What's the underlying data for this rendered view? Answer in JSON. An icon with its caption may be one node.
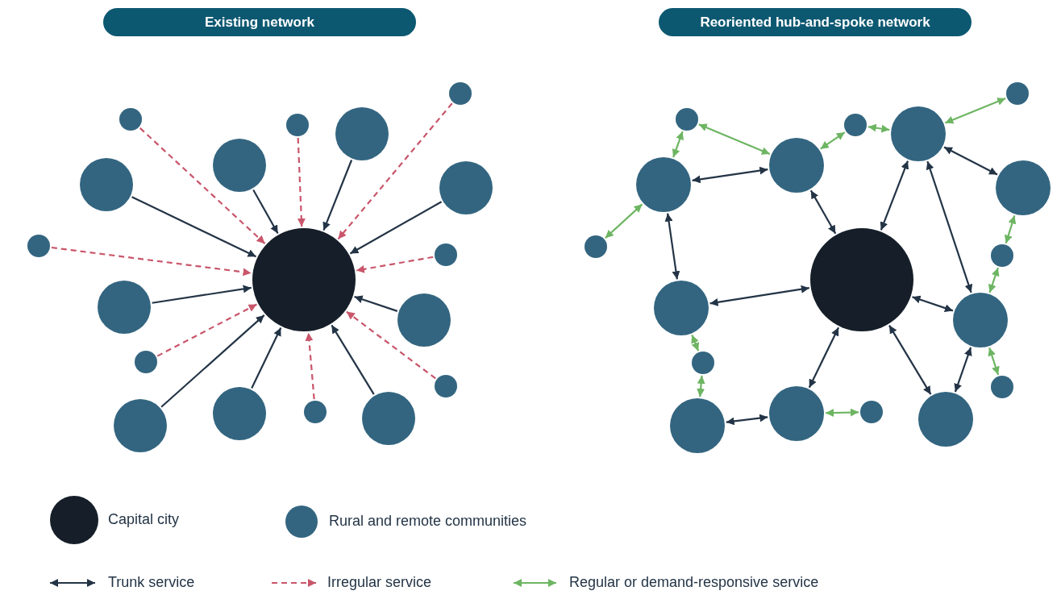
{
  "diagram": {
    "nodes": [
      {
        "text": [
          "Existing network"
        ]
      },
      {
        "text": [
          "Reoriented hub-and-spoke network"
        ]
      },
      {
        "text": [],
        "shape": "circle"
      },
      {
        "text": [],
        "shape": "circle"
      },
      {
        "text": [],
        "shape": "circle"
      },
      {
        "text": [],
        "shape": "circle"
      },
      {
        "text": [],
        "shape": "circle"
      },
      {
        "text": [],
        "shape": "circle"
      },
      {
        "text": [],
        "shape": "circle"
      },
      {
        "text": [],
        "shape": "circle"
      },
      {
        "text": [],
        "shape": "circle"
      },
      {
        "text": [],
        "shape": "circle"
      },
      {
        "text": [],
        "shape": "circle"
      },
      {
        "text": [],
        "shape": "circle"
      },
      {
        "text": [],
        "shape": "circle"
      },
      {
        "text": [],
        "shape": "circle"
      },
      {
        "text": [],
        "shape": "circle"
      },
      {
        "text": [],
        "shape": "circle"
      },
      {
        "text": [],
        "shape": "circle"
      },
      {
        "text": [],
        "shape": "circle"
      },
      {
        "text": [],
        "shape": "circle"
      },
      {
        "text": [],
        "shape": "circle"
      },
      {
        "text": [],
        "shape": "circle"
      },
      {
        "text": [],
        "shape": "circle"
      },
      {
        "text": [],
        "shape": "circle"
      },
      {
        "text": [],
        "shape": "circle"
      },
      {
        "text": [],
        "shape": "circle"
      },
      {
        "text": [],
        "shape": "circle"
      },
      {
        "text": [],
        "shape": "circle"
      },
      {
        "text": [],
        "shape": "circle"
      },
      {
        "text": [],
        "shape": "circle"
      },
      {
        "text": [],
        "shape": "circle"
      },
      {
        "text": [],
        "shape": "circle"
      },
      {
        "text": [],
        "shape": "circle"
      },
      {
        "text": [],
        "shape": "circle"
      },
      {
        "text": [],
        "shape": "circle"
      },
      {
        "text": [],
        "shape": "circle"
      },
      {
        "text": [],
        "shape": "circle"
      }
    ],
    "edges": [
      {
        "from": 3,
        "to": 2,
        "arrow": "to",
        "style": "dashed",
        "color": "#c9566b"
      },
      {
        "from": 4,
        "to": 2,
        "arrow": "to",
        "style": "dashed",
        "color": "#c9566b"
      },
      {
        "from": 5,
        "to": 2,
        "arrow": "to"
      },
      {
        "from": 6,
        "to": 2,
        "arrow": "to"
      },
      {
        "from": 7,
        "to": 2,
        "arrow": "to",
        "style": "dashed",
        "color": "#c9566b"
      },
      {
        "from": 8,
        "to": 2,
        "arrow": "to"
      },
      {
        "from": 9,
        "to": 2,
        "arrow": "to"
      },
      {
        "from": 10,
        "to": 2,
        "arrow": "to",
        "style": "dashed",
        "color": "#c9566b"
      },
      {
        "from": 11,
        "to": 2,
        "arrow": "to",
        "style": "dashed",
        "color": "#c9566b"
      },
      {
        "from": 12,
        "to": 2,
        "arrow": "to"
      },
      {
        "from": 13,
        "to": 2,
        "arrow": "to"
      },
      {
        "from": 14,
        "to": 2,
        "arrow": "to",
        "style": "dashed",
        "color": "#c9566b"
      },
      {
        "from": 15,
        "to": 2,
        "arrow": "to",
        "style": "dashed",
        "color": "#c9566b"
      },
      {
        "from": 16,
        "to": 2,
        "arrow": "to"
      },
      {
        "from": 17,
        "to": 2,
        "arrow": "to"
      },
      {
        "from": 18,
        "to": 2,
        "arrow": "to",
        "style": "dashed",
        "color": "#c9566b"
      },
      {
        "from": 19,
        "to": 2,
        "arrow": "to"
      },
      {
        "from": 22,
        "to": 23,
        "arrow": "both"
      },
      {
        "from": 23,
        "to": 20,
        "arrow": "both"
      },
      {
        "from": 22,
        "to": 30,
        "arrow": "both"
      },
      {
        "from": 30,
        "to": 20,
        "arrow": "both"
      },
      {
        "from": 25,
        "to": 20,
        "arrow": "both"
      },
      {
        "from": 25,
        "to": 27,
        "arrow": "both"
      },
      {
        "from": 25,
        "to": 31,
        "arrow": "both"
      },
      {
        "from": 20,
        "to": 31,
        "arrow": "both"
      },
      {
        "from": 20,
        "to": 34,
        "arrow": "both"
      },
      {
        "from": 20,
        "to": 36,
        "arrow": "both"
      },
      {
        "from": 31,
        "to": 36,
        "arrow": "both"
      },
      {
        "from": 37,
        "to": 34,
        "arrow": "both"
      },
      {
        "from": 21,
        "to": 22,
        "arrow": "both",
        "color": "#6db562"
      },
      {
        "from": 21,
        "to": 23,
        "arrow": "both",
        "color": "#6db562"
      },
      {
        "from": 23,
        "to": 24,
        "arrow": "both",
        "color": "#6db562"
      },
      {
        "from": 24,
        "to": 25,
        "arrow": "both",
        "color": "#6db562"
      },
      {
        "from": 25,
        "to": 26,
        "arrow": "both",
        "color": "#6db562"
      },
      {
        "from": 22,
        "to": 28,
        "arrow": "both",
        "color": "#6db562"
      },
      {
        "from": 27,
        "to": 29,
        "arrow": "both",
        "color": "#6db562"
      },
      {
        "from": 29,
        "to": 31,
        "arrow": "both",
        "color": "#6db562"
      },
      {
        "from": 31,
        "to": 33,
        "arrow": "both",
        "color": "#6db562"
      },
      {
        "from": 30,
        "to": 32,
        "arrow": "both",
        "color": "#6db562"
      },
      {
        "from": 32,
        "to": 37,
        "arrow": "both",
        "color": "#6db562"
      },
      {
        "from": 34,
        "to": 35,
        "arrow": "both",
        "color": "#6db562"
      }
    ],
    "legend": [
      {
        "text": "Capital city",
        "color": "#161f29"
      },
      {
        "text": "Rural and remote communities",
        "color": "#336580"
      },
      {
        "text": "Trunk service"
      },
      {
        "text": "Irregular service"
      },
      {
        "text": "Regular or demand-responsive service"
      }
    ]
  }
}
